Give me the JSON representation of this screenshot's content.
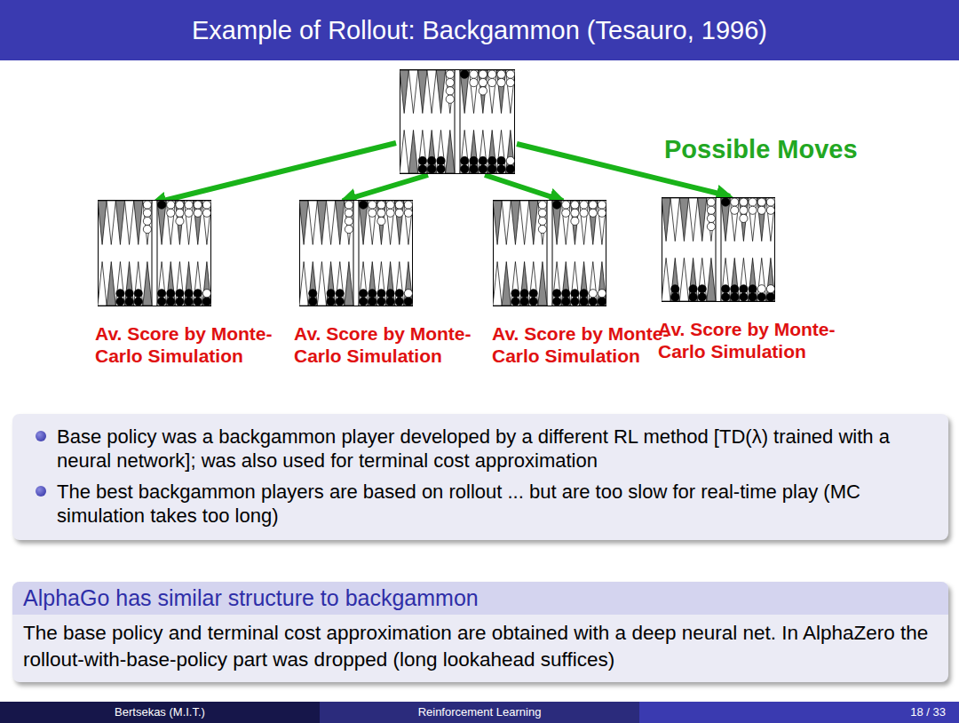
{
  "diagram": {
    "title": "Example of Rollout: Backgammon (Tesauro, 1996)",
    "nodes": [
      {
        "text": [
          "Av. Score by Monte-Carlo Simulation"
        ]
      },
      {
        "text": [
          "Av. Score by Monte-Carlo Simulation"
        ]
      },
      {
        "text": [
          "Av. Score by Monte-Carlo Simulation"
        ]
      },
      {
        "text": [
          "Av. Score by Monte-Carlo Simulation"
        ]
      },
      {
        "text": [
          "Base policy was a backgammon player developed by a different RL method [TD(λ) trained with a neural network]; was also used for terminal cost approximation",
          "The best backgammon players are based on rollout ... but are too slow for real-time play (MC simulation takes too long)"
        ]
      },
      {
        "text": [
          "AlphaGo has similar structure to backgammon",
          "The base policy and terminal cost approximation are obtained with a deep neural net. In AlphaZero the rollout-with-base-policy part was dropped (long lookahead suffices)"
        ]
      }
    ],
    "labels": [
      "Possible Moves",
      "Bertsekas (M.I.T.)",
      "Reinforcement Learning",
      "18 / 33"
    ]
  }
}
